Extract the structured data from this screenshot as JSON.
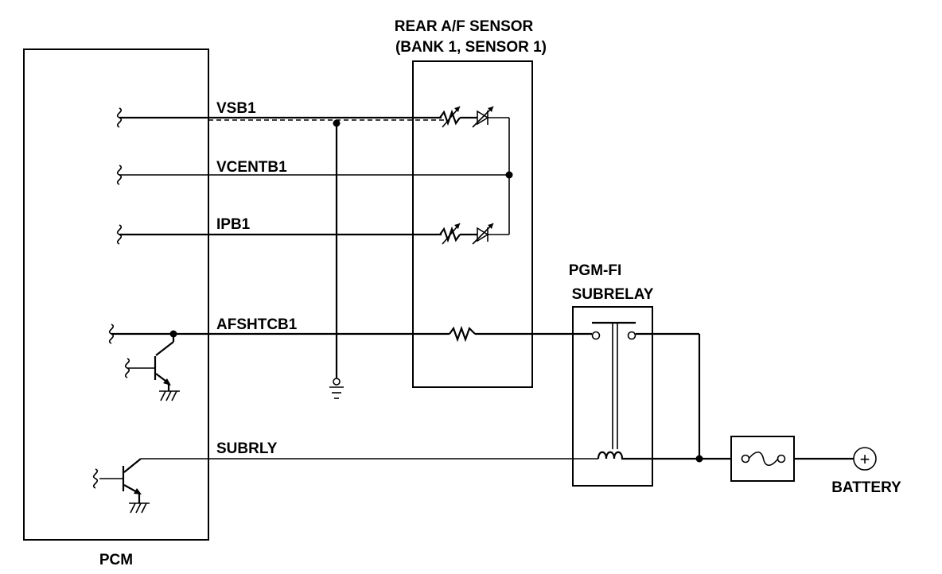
{
  "pcm": {
    "label": "PCM"
  },
  "sensor": {
    "title_line1": "REAR A/F SENSOR",
    "title_line2": "(BANK 1, SENSOR 1)"
  },
  "relay": {
    "title_line1": "PGM-FI",
    "title_line2": "SUBRELAY"
  },
  "battery": {
    "label": "BATTERY",
    "symbol": "+"
  },
  "wires": {
    "vsb1": "VSB1",
    "vcentb1": "VCENTB1",
    "ipb1": "IPB1",
    "afshtcb1": "AFSHTCB1",
    "subrly": "SUBRLY"
  }
}
